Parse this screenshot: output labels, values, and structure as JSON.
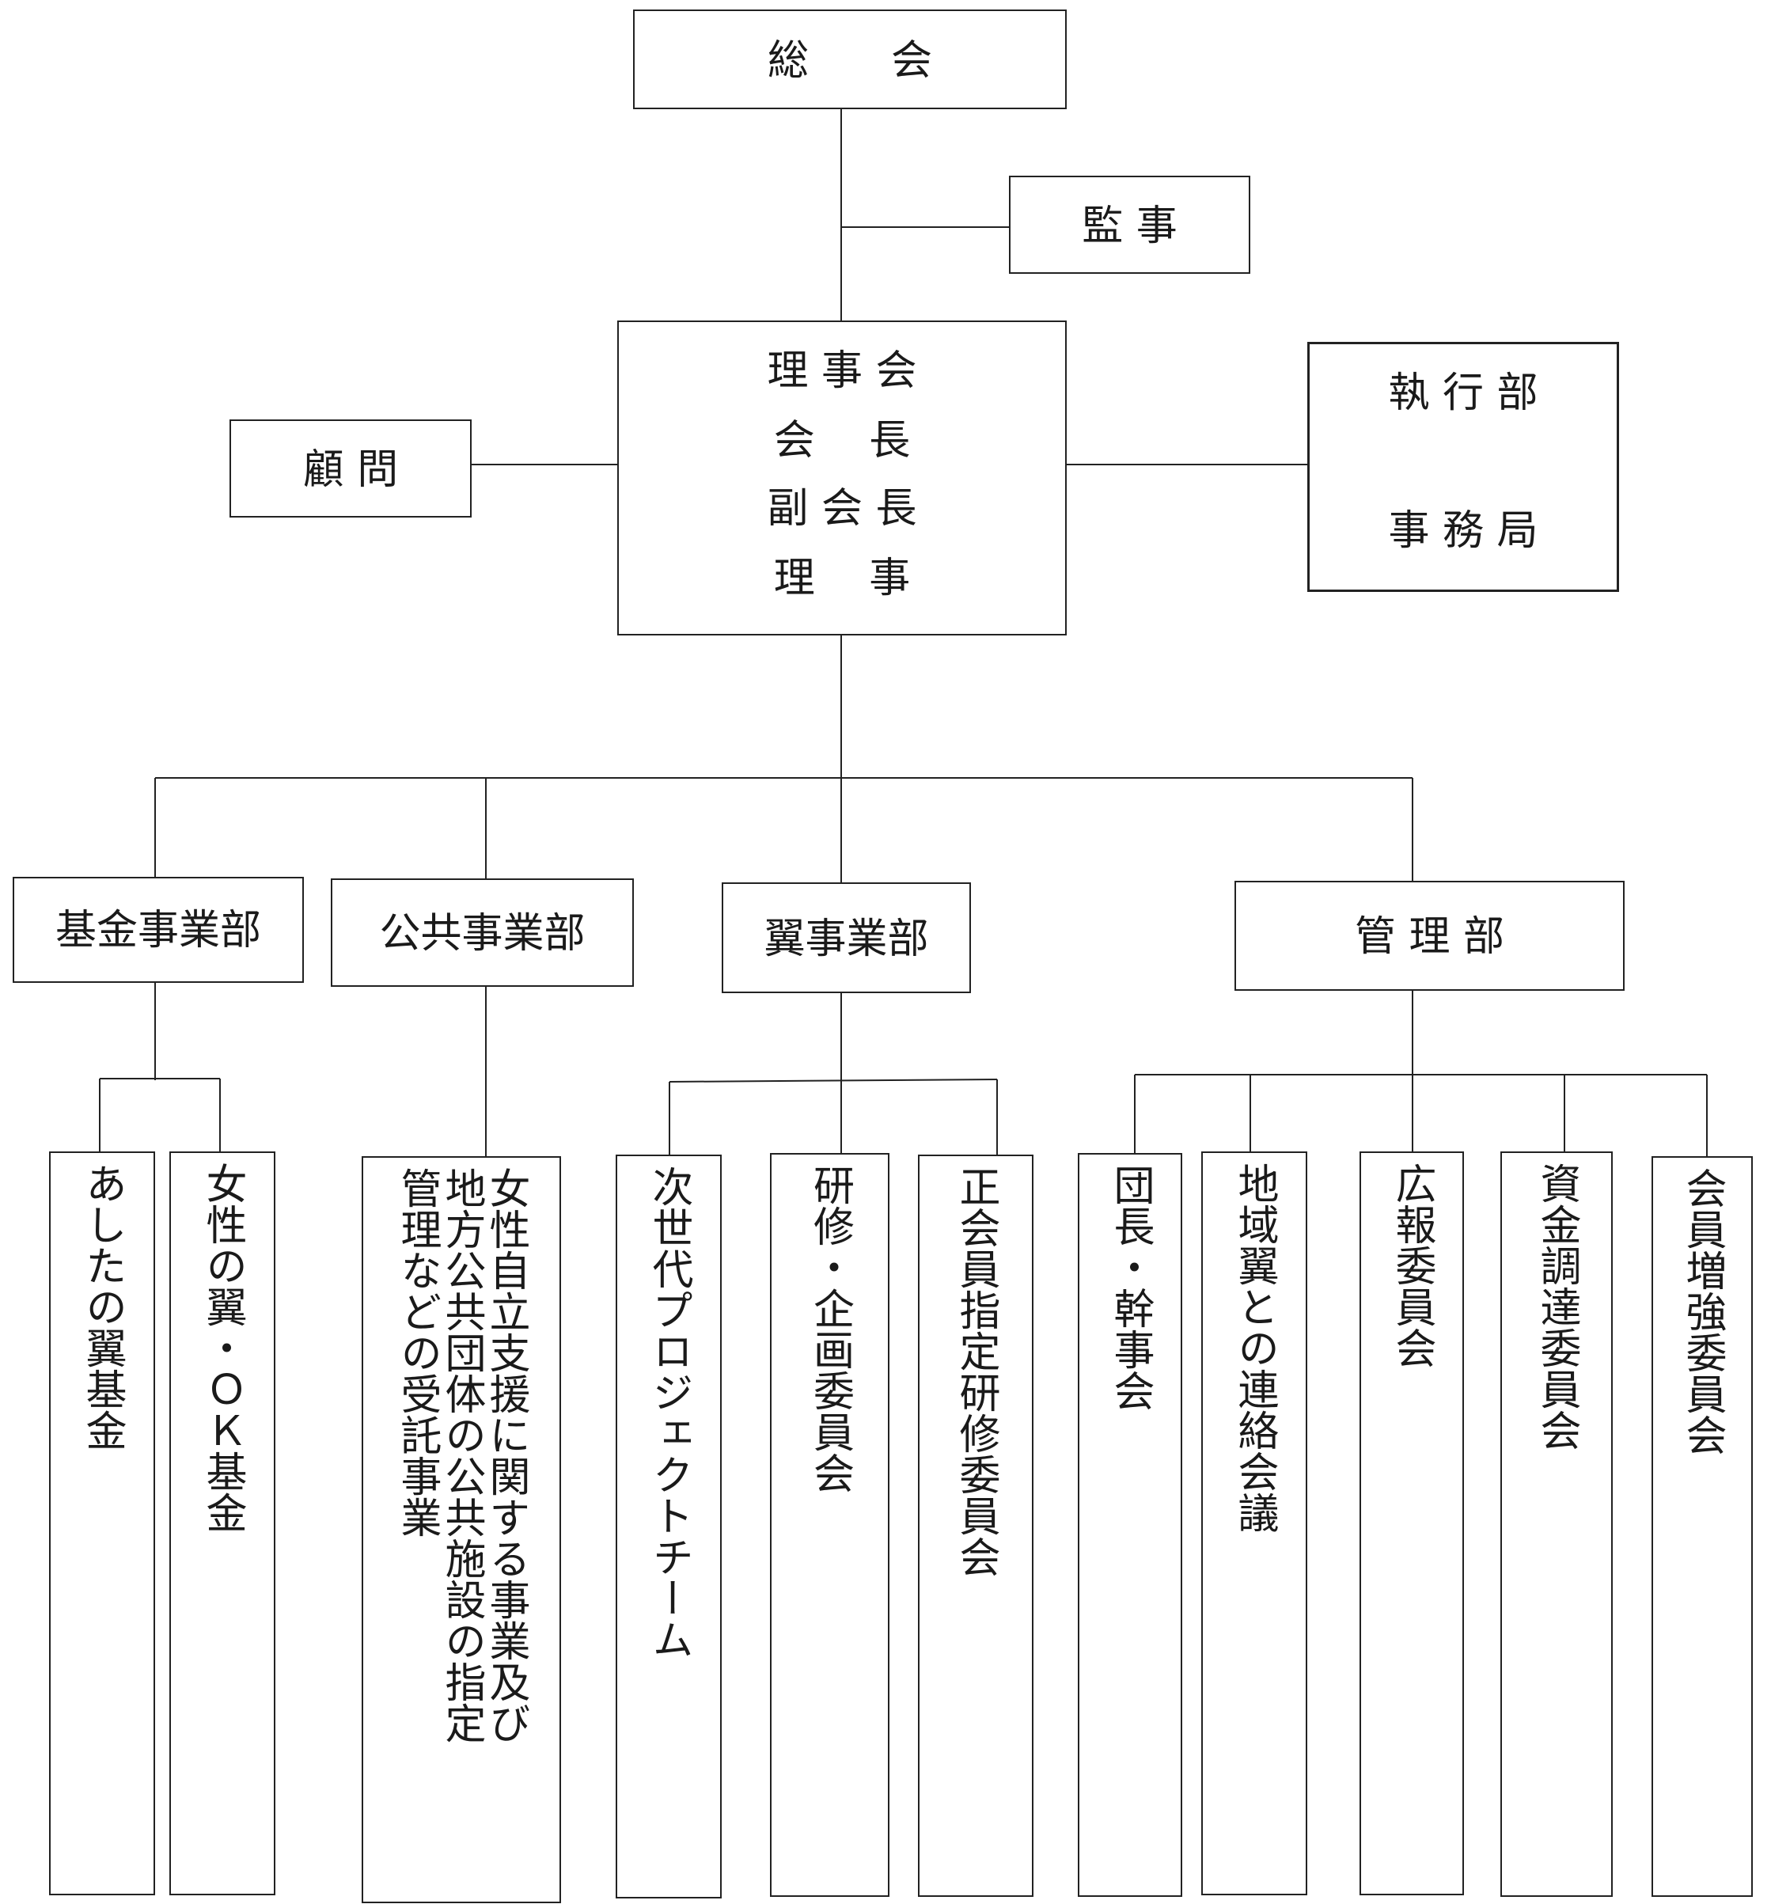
{
  "top": {
    "label": "総　　会"
  },
  "auditor": {
    "label": "監 事"
  },
  "board": {
    "lines": [
      "理 事 会",
      "会　 長",
      "副 会 長",
      "理　 事"
    ]
  },
  "advisor": {
    "label": "顧 問"
  },
  "executive": {
    "line1": "執 行 部",
    "line2": "事 務 局"
  },
  "departments": {
    "fund": {
      "label": "基金事業部",
      "items": [
        {
          "lines": [
            "あしたの翼基金"
          ]
        },
        {
          "lines": [
            "女性の翼・ＯＫ基金"
          ]
        }
      ]
    },
    "public": {
      "label": "公共事業部",
      "items": [
        {
          "lines": [
            "女性自立支援に関する事業及び",
            "地方公共団体の公共施設の指定",
            "管理などの受託事業"
          ]
        }
      ]
    },
    "tsubasa": {
      "label": "翼事業部",
      "items": [
        {
          "lines": [
            "次世代プロジェクトチーム"
          ]
        },
        {
          "lines": [
            "研修・企画委員会"
          ]
        },
        {
          "lines": [
            "正会員指定研修委員会"
          ]
        }
      ]
    },
    "admin": {
      "label": "管 理 部",
      "items": [
        {
          "lines": [
            "団長・幹事会"
          ]
        },
        {
          "lines": [
            "地域翼との連絡会議"
          ]
        },
        {
          "lines": [
            "広報委員会"
          ]
        },
        {
          "lines": [
            "資金調達委員会"
          ]
        },
        {
          "lines": [
            "会員増強委員会"
          ]
        }
      ]
    }
  }
}
